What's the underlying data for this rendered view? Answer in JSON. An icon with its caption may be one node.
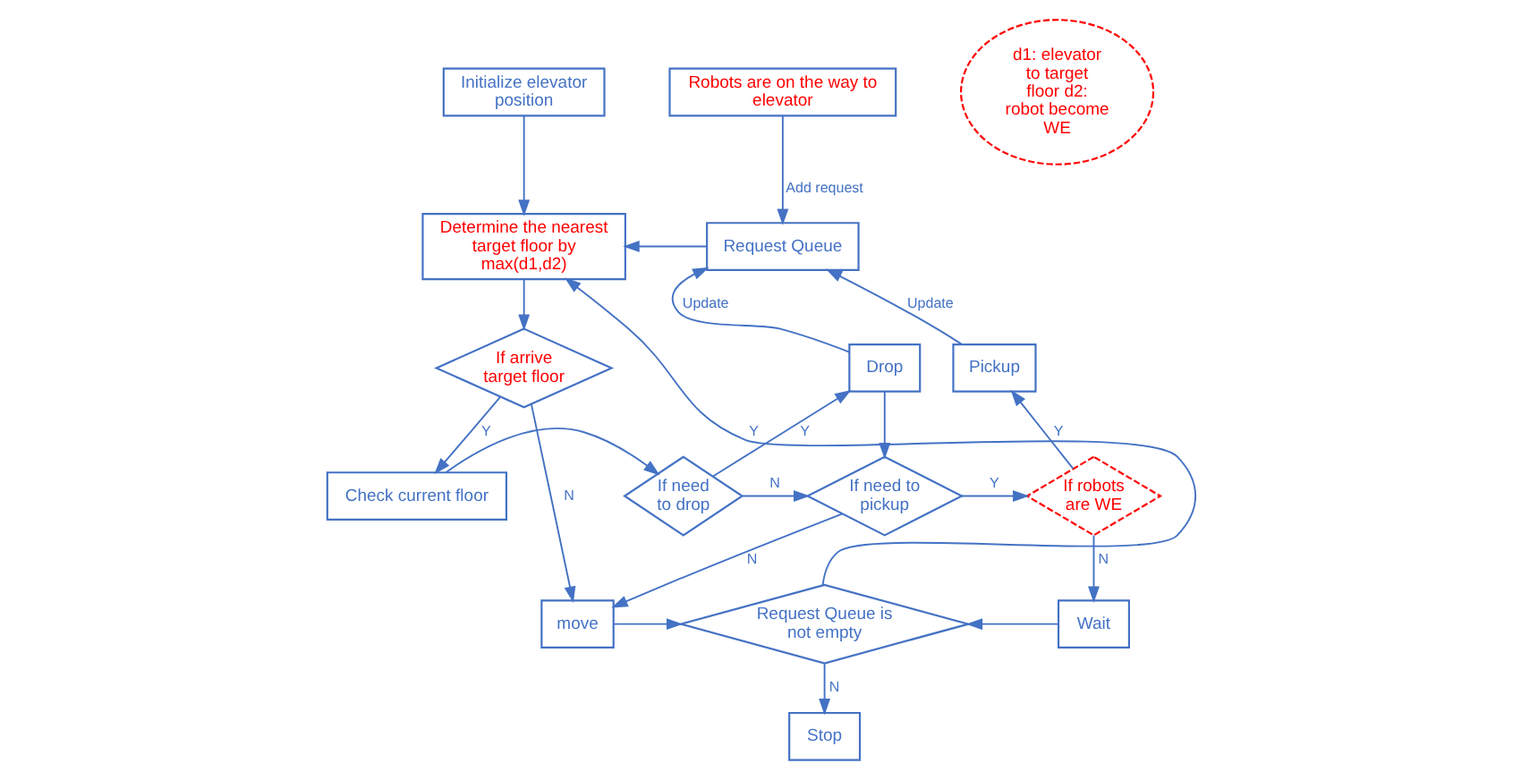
{
  "diagram": {
    "nodes": [
      {
        "text": [
          "Initialize elevator position"
        ]
      },
      {
        "text": [
          "Robots are on the way to elevator"
        ]
      },
      {
        "text": [
          "d1: elevator to target floor d2: robot become WE"
        ]
      },
      {
        "text": [
          "Determine the nearest target floor by max(d1,d2)"
        ]
      },
      {
        "text": [
          "Request Queue"
        ]
      },
      {
        "text": [
          "If arrive target floor"
        ]
      },
      {
        "text": [
          "Drop"
        ]
      },
      {
        "text": [
          "Pickup"
        ]
      },
      {
        "text": [
          "Check current floor"
        ]
      },
      {
        "text": [
          "If need to drop"
        ]
      },
      {
        "text": [
          "If need to pickup"
        ]
      },
      {
        "text": [
          "If robots are WE"
        ]
      },
      {
        "text": [
          "Request Queue is not empty"
        ]
      },
      {
        "text": [
          "move"
        ]
      },
      {
        "text": [
          "Wait"
        ]
      },
      {
        "text": [
          "Stop"
        ]
      }
    ],
    "edges": [
      {
        "from": 0,
        "to": 3,
        "arrow": "to"
      },
      {
        "from": 1,
        "to": 4,
        "arrow": "to",
        "label": "Add request"
      },
      {
        "from": 4,
        "to": 3,
        "arrow": "to"
      },
      {
        "from": 3,
        "to": 5,
        "arrow": "to"
      },
      {
        "from": 5,
        "to": 8,
        "arrow": "to",
        "label": "Y"
      },
      {
        "from": 5,
        "to": 13,
        "arrow": "to",
        "label": "N"
      },
      {
        "from": 8,
        "to": 9,
        "arrow": "to"
      },
      {
        "from": 9,
        "to": 6,
        "arrow": "to",
        "label": "Y"
      },
      {
        "from": 9,
        "to": 10,
        "arrow": "to",
        "label": "N"
      },
      {
        "from": 6,
        "to": 10,
        "arrow": "to"
      },
      {
        "from": 6,
        "to": 4,
        "arrow": "to",
        "label": "Update"
      },
      {
        "from": 7,
        "to": 4,
        "arrow": "to",
        "label": "Update"
      },
      {
        "from": 10,
        "to": 11,
        "arrow": "to",
        "label": "Y"
      },
      {
        "from": 10,
        "to": 13,
        "arrow": "to",
        "label": "N"
      },
      {
        "from": 11,
        "to": 7,
        "arrow": "to",
        "label": "Y"
      },
      {
        "from": 11,
        "to": 14,
        "arrow": "to",
        "label": "N"
      },
      {
        "from": 14,
        "to": 12,
        "arrow": "to"
      },
      {
        "from": 13,
        "to": 12,
        "arrow": "to"
      },
      {
        "from": 12,
        "to": 3,
        "arrow": "to",
        "label": "Y"
      },
      {
        "from": 12,
        "to": 15,
        "arrow": "to",
        "label": "N"
      }
    ]
  }
}
